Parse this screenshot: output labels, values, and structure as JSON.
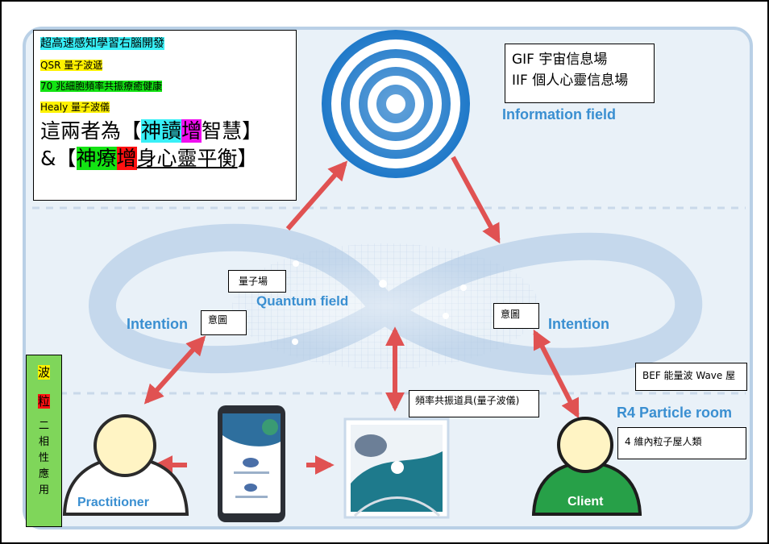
{
  "top_left_box": {
    "line1": "超高速感知學習右腦開發",
    "line2": "QSR 量子波遞",
    "line3": "70 兆細胞頻率共振療癒健康",
    "line4": "Healy 量子波儀",
    "big1_pre": "這兩者為【",
    "big1_a": "神讀",
    "big1_b": "增",
    "big1_c": "智慧",
    "big1_post": "】",
    "big2_pre": "&【",
    "big2_a": "神療",
    "big2_b": "增",
    "big2_c": "身心靈平衡",
    "big2_post": "】"
  },
  "top_right_box": {
    "line1": "GIF 宇宙信息場",
    "line2": "IIF 個人心靈信息場"
  },
  "left_vertical": {
    "chars": [
      "波",
      "粒",
      "二",
      "相",
      "性",
      "應",
      "用"
    ]
  },
  "callouts": {
    "quantum": "量子場",
    "intent_left": "意圖",
    "intent_right": "意圖",
    "device": "頻率共振道具(量子波儀)",
    "bef": "BEF 能量波 Wave 屋",
    "room": "4 維內粒子屋人類"
  },
  "diagram_labels": {
    "information_field": "Information field",
    "quantum_field": "Quantum field",
    "intention_left": "Intention",
    "intention_right": "Intention",
    "particle_room": "R4 Particle room",
    "practitioner": "Practitioner",
    "client": "Client"
  },
  "colors": {
    "panel_bg": "#e9f1f8",
    "panel_border": "#b9d0e6",
    "loop": "#c5d8ec",
    "arrow": "#e05252",
    "label_blue": "#3a8fd1",
    "person_yellow": "#fff4c4",
    "person_green": "#27a048",
    "target_blue": "#1f79c9",
    "cyan": "#38f0f7",
    "yellow": "#fff200",
    "green": "#13e313",
    "magenta": "#f00ff0",
    "red": "#ff1111",
    "left_box_green": "#7fd65a"
  }
}
